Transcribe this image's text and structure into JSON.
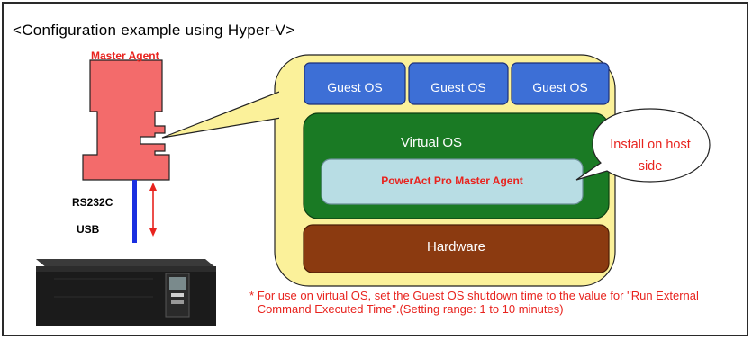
{
  "title": "<Configuration example using Hyper-V>",
  "master_agent_label": "Master Agent",
  "guest_os": [
    "Guest OS",
    "Guest OS",
    "Guest OS"
  ],
  "virtual_os_label": "Virtual OS",
  "agent_box_label": "PowerAct Pro Master Agent",
  "hardware_label": "Hardware",
  "callout_text": "Install on host side",
  "connection_labels": {
    "serial": "RS232C",
    "usb": "USB"
  },
  "note": {
    "marker": "*",
    "text": "For use on virtual OS, set the Guest OS shutdown time to the value for \"Run External Command Executed Time\".(Setting range: 1 to 10 minutes)"
  },
  "colors": {
    "host_panel": "#fbf19a",
    "guest_box": "#3d6fd6",
    "virtual_os": "#1a7a24",
    "agent_box": "#b8dde4",
    "hardware": "#8b3a10",
    "master_agent_shape": "#f36b6b",
    "accent_red": "#e8231e",
    "usb_cable": "#1a2fe0"
  }
}
